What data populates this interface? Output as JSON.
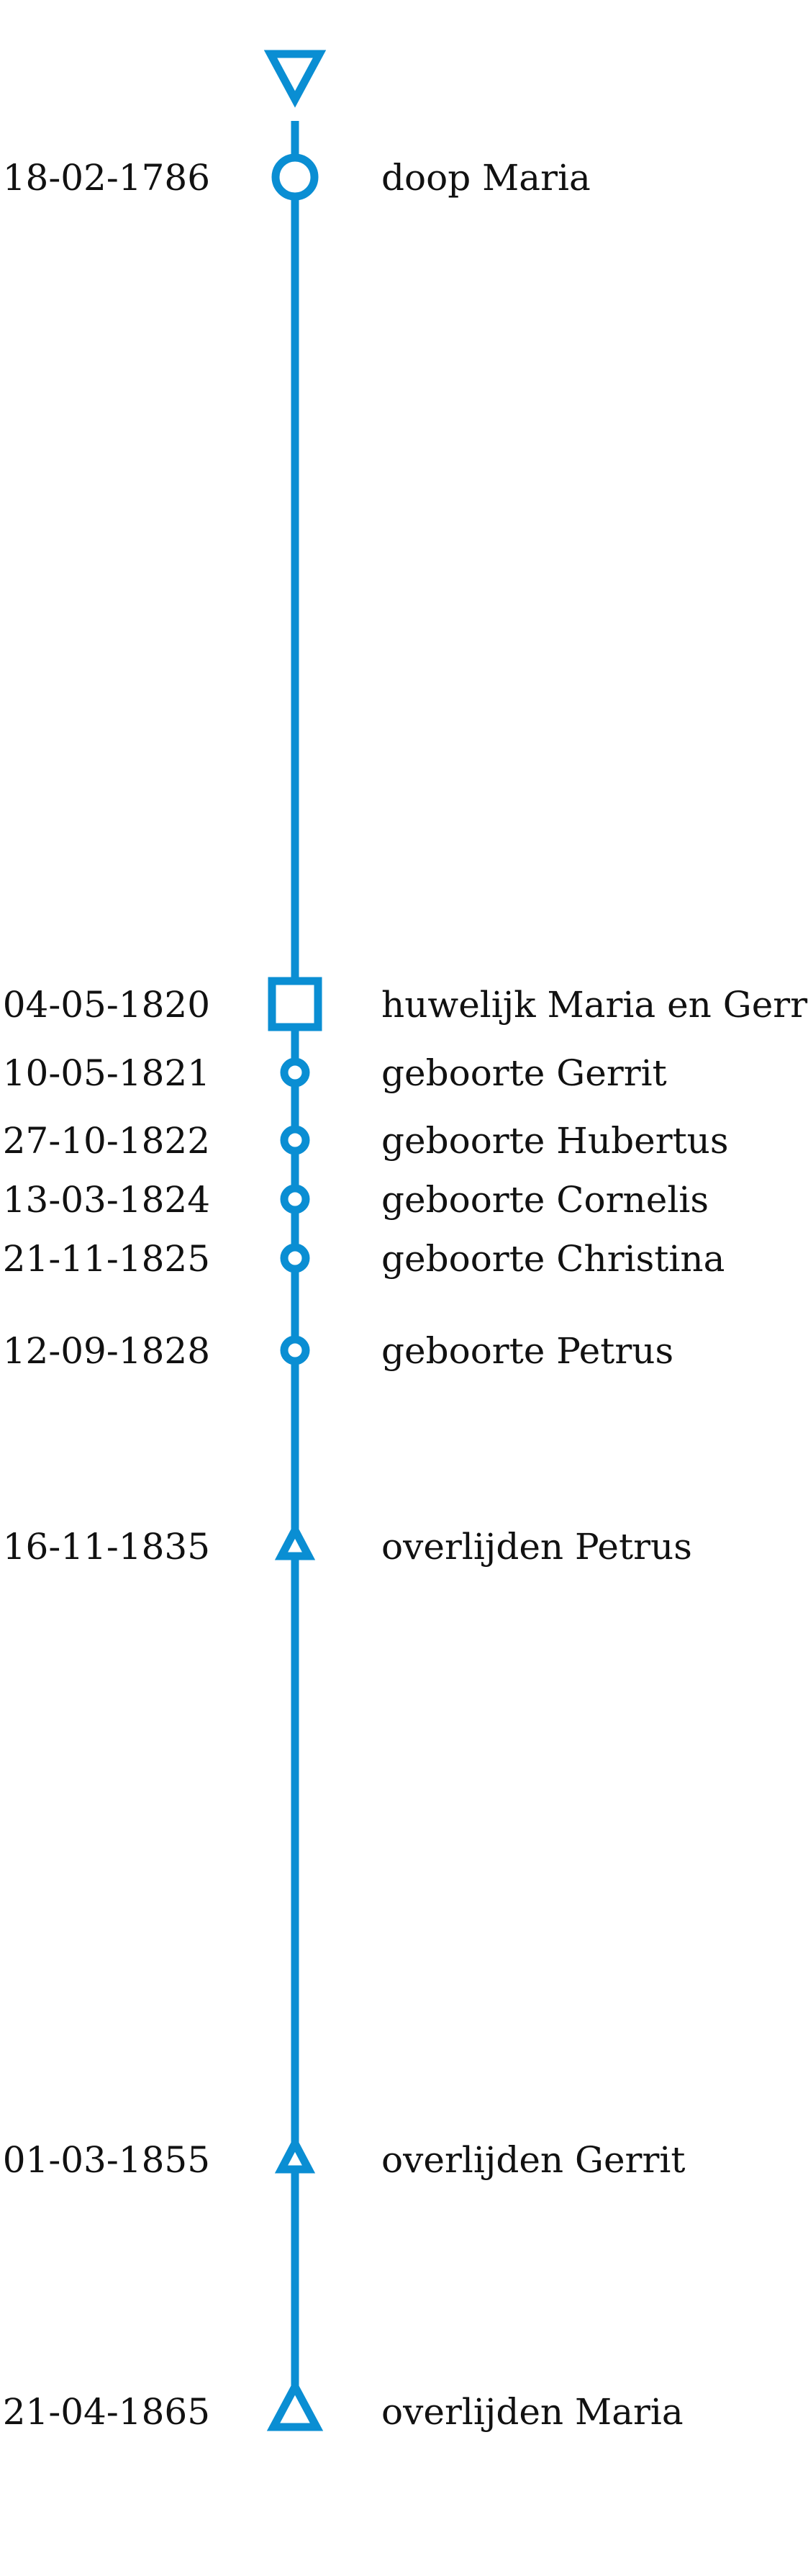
{
  "timeline": {
    "accent_color": "#0a8ed3",
    "start_marker": "down-triangle-icon",
    "events": [
      {
        "date": "18-02-1786",
        "label": "doop Maria",
        "marker": "large-circle-icon"
      },
      {
        "date": "04-05-1820",
        "label": "huwelijk Maria en Gerrit",
        "marker": "square-icon"
      },
      {
        "date": "10-05-1821",
        "label": "geboorte Gerrit",
        "marker": "small-circle-icon"
      },
      {
        "date": "27-10-1822",
        "label": "geboorte Hubertus",
        "marker": "small-circle-icon"
      },
      {
        "date": "13-03-1824",
        "label": "geboorte Cornelis",
        "marker": "small-circle-icon"
      },
      {
        "date": "21-11-1825",
        "label": "geboorte Christina",
        "marker": "small-circle-icon"
      },
      {
        "date": "12-09-1828",
        "label": "geboorte Petrus",
        "marker": "small-circle-icon"
      },
      {
        "date": "16-11-1835",
        "label": "overlijden Petrus",
        "marker": "small-triangle-icon"
      },
      {
        "date": "01-03-1855",
        "label": "overlijden Gerrit",
        "marker": "small-triangle-icon"
      },
      {
        "date": "21-04-1865",
        "label": "overlijden Maria",
        "marker": "large-triangle-icon"
      }
    ]
  }
}
